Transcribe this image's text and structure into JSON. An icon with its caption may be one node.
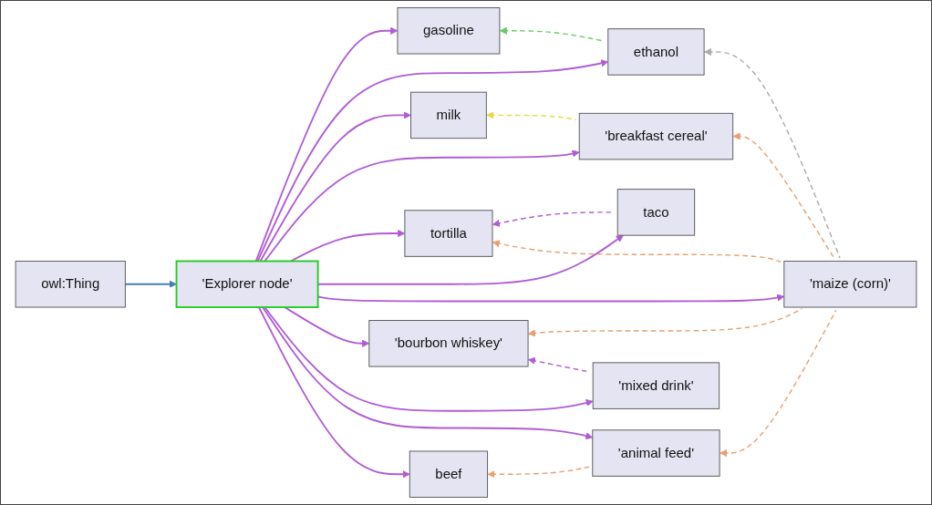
{
  "diagram": {
    "nodes": [
      {
        "text": [
          "owl:Thing"
        ]
      },
      {
        "text": [
          "'Explorer node'"
        ]
      },
      {
        "text": [
          "ethanol"
        ]
      },
      {
        "text": [
          "gasoline"
        ]
      },
      {
        "text": [
          "milk"
        ]
      },
      {
        "text": [
          "'breakfast cereal'"
        ]
      },
      {
        "text": [
          "tortilla"
        ]
      },
      {
        "text": [
          "taco"
        ]
      },
      {
        "text": [
          "'maize (corn)'"
        ]
      },
      {
        "text": [
          "'bourbon whiskey'"
        ]
      },
      {
        "text": [
          "'mixed drink'"
        ]
      },
      {
        "text": [
          "beef"
        ]
      },
      {
        "text": [
          "'animal feed'"
        ]
      }
    ],
    "edges": [
      {
        "from": 0,
        "to": 1,
        "arrow": "to",
        "color": "#4a7fb0"
      },
      {
        "from": 1,
        "to": 3,
        "arrow": "to"
      },
      {
        "from": 1,
        "to": 2,
        "arrow": "to"
      },
      {
        "from": 1,
        "to": 4,
        "arrow": "to"
      },
      {
        "from": 1,
        "to": 5,
        "arrow": "to"
      },
      {
        "from": 1,
        "to": 6,
        "arrow": "to"
      },
      {
        "from": 1,
        "to": 7,
        "arrow": "to"
      },
      {
        "from": 1,
        "to": 8,
        "arrow": "to"
      },
      {
        "from": 1,
        "to": 9,
        "arrow": "to"
      },
      {
        "from": 1,
        "to": 10,
        "arrow": "to"
      },
      {
        "from": 1,
        "to": 12,
        "arrow": "to"
      },
      {
        "from": 1,
        "to": 11,
        "arrow": "to"
      },
      {
        "from": 2,
        "to": 3,
        "arrow": "to",
        "style": "dashed",
        "color": "#66cc66"
      },
      {
        "from": 5,
        "to": 4,
        "arrow": "to",
        "style": "dashed",
        "color": "#e8d84a"
      },
      {
        "from": 7,
        "to": 6,
        "arrow": "to",
        "style": "dashed"
      },
      {
        "from": 8,
        "to": 2,
        "arrow": "to",
        "style": "dashed",
        "color": "#aaaaaa"
      },
      {
        "from": 8,
        "to": 5,
        "arrow": "to",
        "style": "dashed",
        "color": "#e8a070"
      },
      {
        "from": 8,
        "to": 6,
        "arrow": "to",
        "style": "dashed",
        "color": "#e8a070"
      },
      {
        "from": 8,
        "to": 9,
        "arrow": "to",
        "style": "dashed",
        "color": "#e8a070"
      },
      {
        "from": 8,
        "to": 12,
        "arrow": "to",
        "style": "dashed",
        "color": "#e8a070"
      },
      {
        "from": 10,
        "to": 9,
        "arrow": "to",
        "style": "dashed"
      },
      {
        "from": 12,
        "to": 11,
        "arrow": "to",
        "style": "dashed",
        "color": "#e8a070"
      }
    ]
  }
}
